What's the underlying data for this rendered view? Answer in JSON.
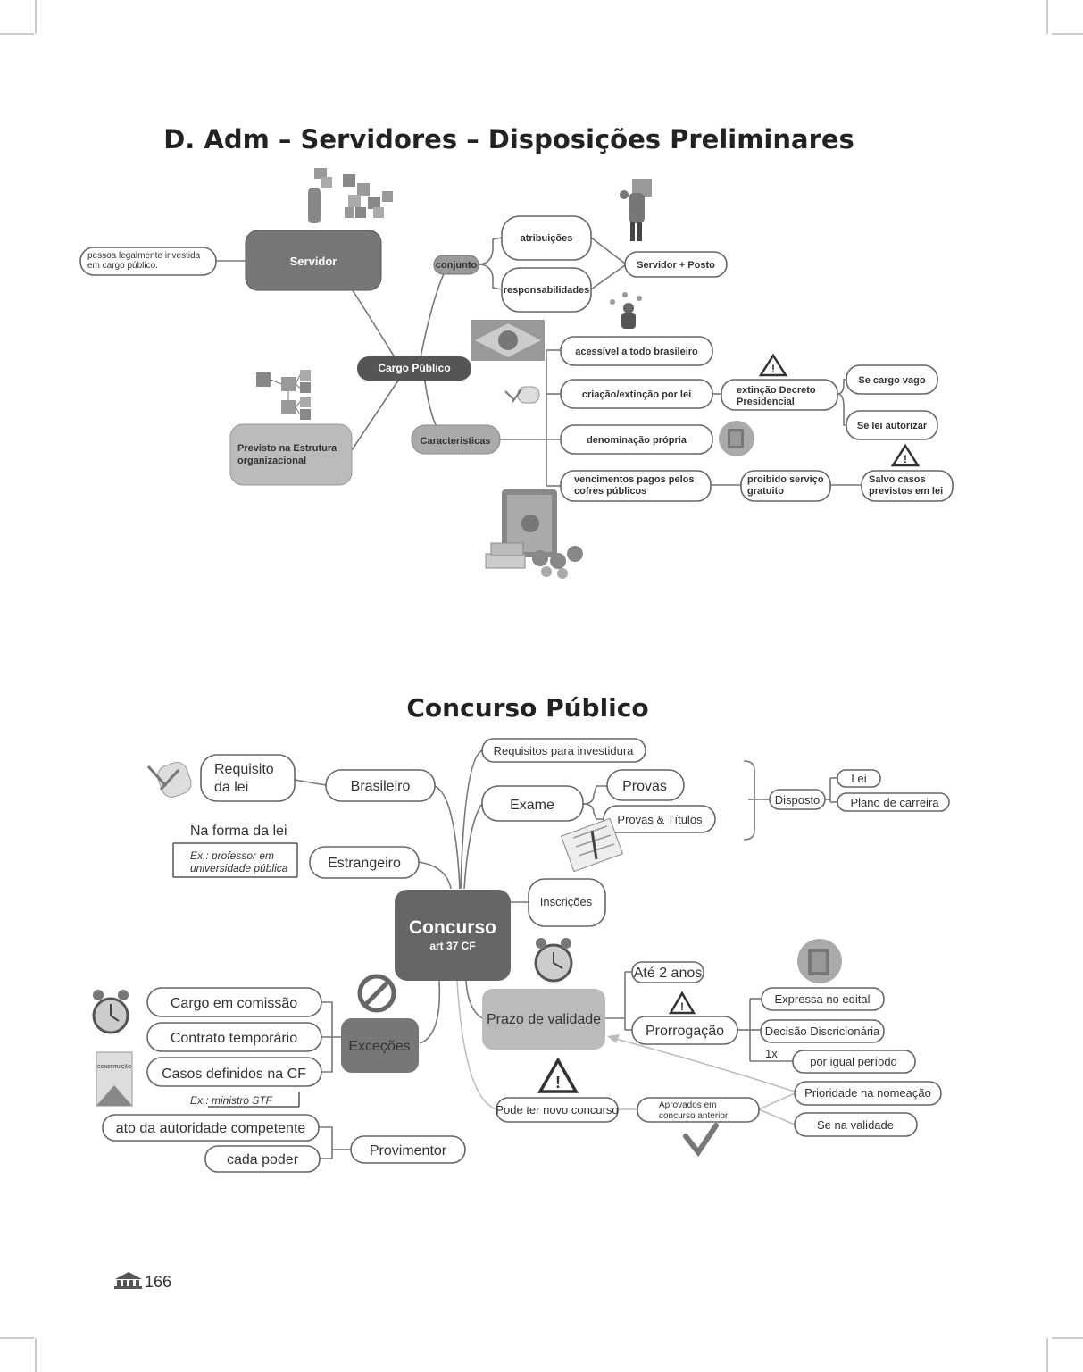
{
  "title_main": "D. Adm – Servidores – Disposições Preliminares",
  "title_concurso": "Concurso Público",
  "page_number": "166",
  "map1": {
    "servidor": "Servidor",
    "servidor_def_1": "pessoa legalmente investida",
    "servidor_def_2": "em cargo público.",
    "cargo_publico": "Cargo Público",
    "conjunto": "conjunto",
    "atribuicoes": "atribuições",
    "responsabilidades": "responsabilidades",
    "servidor_posto": "Servidor + Posto",
    "previsto_1": "Previsto na Estrutura",
    "previsto_2": "organizacional",
    "caracteristicas": "Caracteristicas",
    "acessivel": "acessível a todo brasileiro",
    "criacao": "criação/extinção por lei",
    "extincao_1": "extinção Decreto",
    "extincao_2": "Presidencial",
    "se_cargo_vago": "Se cargo vago",
    "se_lei_autorizar": "Se lei autorizar",
    "denominacao": "denominação própria",
    "vencimentos_1": "vencimentos pagos pelos",
    "vencimentos_2": "cofres públicos",
    "proibido_1": "proibido serviço",
    "proibido_2": "gratuito",
    "salvo_1": "Salvo casos",
    "salvo_2": "previstos em lei"
  },
  "map2": {
    "concurso": "Concurso",
    "art": "art 37 CF",
    "requisito_1": "Requisito",
    "requisito_2": "da lei",
    "brasileiro": "Brasileiro",
    "na_forma": "Na forma da lei",
    "ex_prof_1": "Ex.: professor em",
    "ex_prof_2": "universidade pública",
    "estrangeiro": "Estrangeiro",
    "requisitos_inv": "Requisitos para investidura",
    "exame": "Exame",
    "provas": "Provas",
    "provas_titulos": "Provas & Títulos",
    "disposto": "Disposto",
    "lei": "Lei",
    "plano": "Plano de carreira",
    "inscricoes": "Inscrições",
    "prazo": "Prazo de validade",
    "ate_2": "Até 2 anos",
    "prorrogacao": "Prorrogação",
    "expressa": "Expressa no edital",
    "decisao": "Decisão Discricionária",
    "um_x": "1x",
    "por_igual": "por igual período",
    "prioridade": "Prioridade na nomeação",
    "se_na_validade": "Se na validade",
    "aprovados_1": "Aprovados em",
    "aprovados_2": "concurso anterior",
    "pode_ter": "Pode ter novo concurso",
    "excecoes": "Exceções",
    "cargo_comissao": "Cargo em comissão",
    "contrato": "Contrato temporário",
    "casos": "Casos definidos na CF",
    "ex_ministro": "Ex.: ministro STF",
    "provimentor": "Provimentor",
    "ato": "ato da autoridade competente",
    "cada_poder": "cada poder",
    "constituicao": "CONSTITUIÇÃO"
  }
}
